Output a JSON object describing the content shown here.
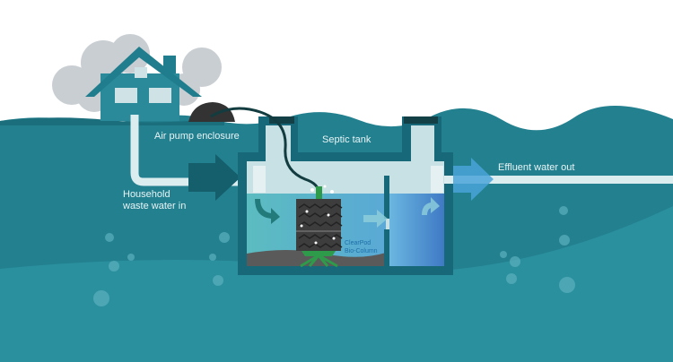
{
  "labels": {
    "air_pump": "Air pump enclosure",
    "septic_tank": "Septic tank",
    "household_line1": "Household",
    "household_line2": "waste water in",
    "effluent": "Effluent water out",
    "clearpod_line1": "ClearPod",
    "clearpod_line2": "Bio-Column"
  },
  "colors": {
    "ground": "#23808f",
    "ground_light": "#2d93a1",
    "tank_wall": "#17697a",
    "tank_air": "#c7e1e5",
    "water": "#5cb6c7",
    "clean_water": "#4a8fd0",
    "pipe": "#dcedf0",
    "biocolumn": "#3d3d3d",
    "support": "#2e9b4a"
  }
}
